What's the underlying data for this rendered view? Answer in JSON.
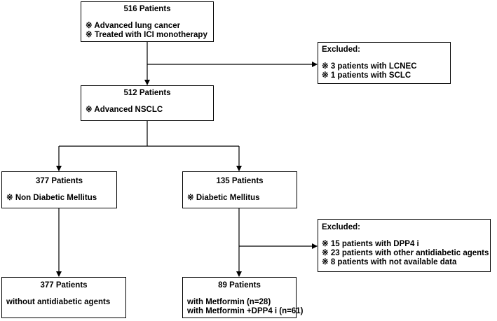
{
  "top": {
    "title": "516 Patients",
    "items": [
      "※ Advanced lung cancer",
      "※ Treated with ICI monotherapy"
    ]
  },
  "excluded1": {
    "title": "Excluded:",
    "items": [
      "※ 3 patients with LCNEC",
      "※ 1 patients with SCLC"
    ]
  },
  "mid": {
    "title": "512 Patients",
    "items": [
      "※ Advanced NSCLC"
    ]
  },
  "left": {
    "title": "377 Patients",
    "items": [
      "※ Non Diabetic Mellitus"
    ]
  },
  "right": {
    "title": "135 Patients",
    "items": [
      "※ Diabetic Mellitus"
    ]
  },
  "excluded2": {
    "title": "Excluded:",
    "items": [
      "※ 15 patients with DPP4 i",
      "※ 23 patients with other antidiabetic agents",
      "※  8 patients with not available data"
    ]
  },
  "bottom_left": {
    "title": "377 Patients",
    "items": [
      "without antidiabetic agents"
    ]
  },
  "bottom_right": {
    "title": "89 Patients",
    "items": [
      "with Metformin (n=28)",
      "with Metformin +DPP4 i (n=61)"
    ]
  }
}
